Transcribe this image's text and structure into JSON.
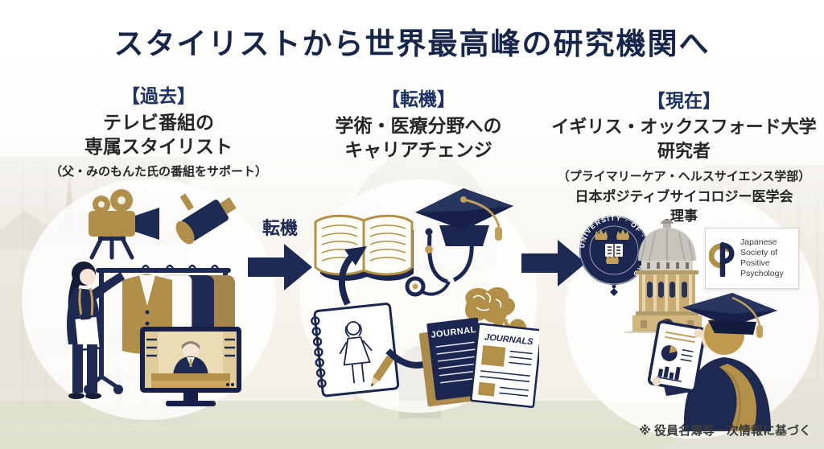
{
  "title": "スタイリストから世界最高峰の研究機関へ",
  "sections": {
    "past": {
      "header": "【過去】",
      "body": "テレビ番組の\n専属スタイリスト",
      "note": "（父・みのもんた氏の番組をサポート）"
    },
    "turning_point": {
      "header": "【転機】",
      "body": "学術・医療分野への\nキャリアチェンジ"
    },
    "present": {
      "header": "【現在】",
      "body": "イギリス・オックスフォード大学\n研究者",
      "note": "（プライマリーケア・ヘルスサイエンス学部）",
      "roles": "日本ポジティブサイコロジー医学会\n理事"
    }
  },
  "flow": {
    "arrow_label": "転機"
  },
  "illustrations": {
    "journal_cover_label": "JOURNAL",
    "journals_cover_label": "JOURNALS",
    "oxford_seal_text": "UNIVERSITY · OF · OXFORD",
    "jspp_text": "Japanese\nSociety of\nPositive\nPsychology"
  },
  "footnote": "※ 役員名簿等一次情報に基づく",
  "colors": {
    "navy": "#1c2a54",
    "gold": "#b08f4a"
  }
}
